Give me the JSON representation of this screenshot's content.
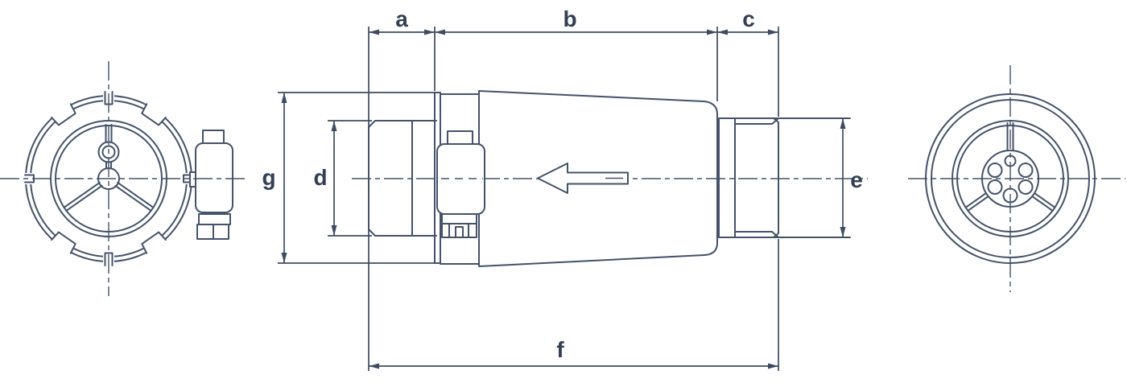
{
  "drawing": {
    "type": "technical-dimension-drawing",
    "subject": "circular-connector-three-views",
    "colors": {
      "background": "#ffffff",
      "outline": "#44526a",
      "dimension": "#3e4c62",
      "label": "#333f54"
    },
    "dimension_labels": {
      "a": "a",
      "b": "b",
      "c": "c",
      "d": "d",
      "e": "e",
      "f": "f",
      "g": "g"
    },
    "icons": {
      "flow_direction": "arrow-left"
    }
  }
}
